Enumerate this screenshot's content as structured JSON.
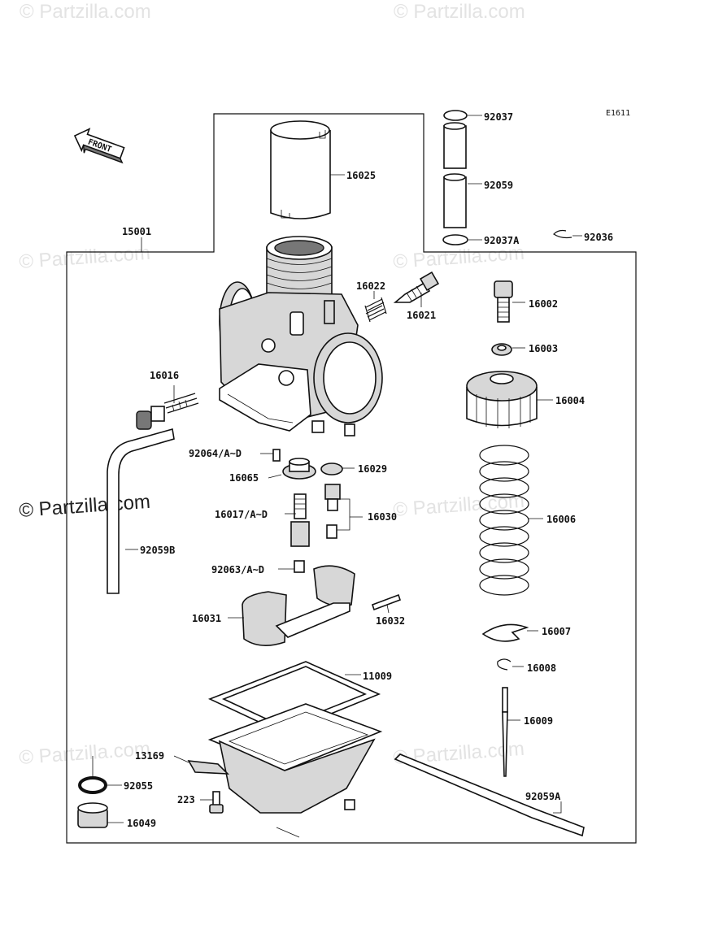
{
  "diagram_code": "E1611",
  "front_label": "FRONT",
  "copyright": "© Partzilla.com",
  "watermark": "© Partzilla.com",
  "parts": [
    {
      "id": "p92037",
      "label": "92037"
    },
    {
      "id": "p92059",
      "label": "92059"
    },
    {
      "id": "p92037A",
      "label": "92037A"
    },
    {
      "id": "p92036",
      "label": "92036"
    },
    {
      "id": "p16025",
      "label": "16025"
    },
    {
      "id": "p15001",
      "label": "15001"
    },
    {
      "id": "p16022",
      "label": "16022"
    },
    {
      "id": "p16021",
      "label": "16021"
    },
    {
      "id": "p16002",
      "label": "16002"
    },
    {
      "id": "p16003",
      "label": "16003"
    },
    {
      "id": "p16004",
      "label": "16004"
    },
    {
      "id": "p16016",
      "label": "16016"
    },
    {
      "id": "p92064",
      "label": "92064/A~D"
    },
    {
      "id": "p16029",
      "label": "16029"
    },
    {
      "id": "p16065",
      "label": "16065"
    },
    {
      "id": "p16017",
      "label": "16017/A~D"
    },
    {
      "id": "p16030",
      "label": "16030"
    },
    {
      "id": "p16006",
      "label": "16006"
    },
    {
      "id": "p92059B",
      "label": "92059B"
    },
    {
      "id": "p92063",
      "label": "92063/A~D"
    },
    {
      "id": "p16031",
      "label": "16031"
    },
    {
      "id": "p16032",
      "label": "16032"
    },
    {
      "id": "p16007",
      "label": "16007"
    },
    {
      "id": "p16008",
      "label": "16008"
    },
    {
      "id": "p11009",
      "label": "11009"
    },
    {
      "id": "p16009",
      "label": "16009"
    },
    {
      "id": "p13169",
      "label": "13169"
    },
    {
      "id": "p92055",
      "label": "92055"
    },
    {
      "id": "p223",
      "label": "223"
    },
    {
      "id": "p92059A",
      "label": "92059A"
    },
    {
      "id": "p16049",
      "label": "16049"
    }
  ]
}
